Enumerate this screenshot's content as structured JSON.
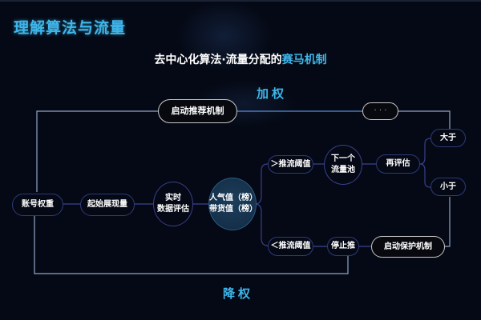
{
  "title": "理解算法与流量",
  "subtitle": {
    "prefix": "去中心化算法·流量分配的",
    "highlight": "赛马机制"
  },
  "labels": {
    "weight_up": "加权",
    "weight_down": "降权"
  },
  "nodes": {
    "account_weight": "账号权重",
    "initial_exposure": "起始展现量",
    "realtime_line1": "实时",
    "realtime_line2": "数据评估",
    "metrics_line1": "人气值（榜）",
    "metrics_line2": "带货值（榜）",
    "above_threshold": "＞推流阈值",
    "next_pool_line1": "下一个",
    "next_pool_line2": "流量池",
    "re_evaluate": "再评估",
    "greater": "大于",
    "less": "小于",
    "ellipsis": "· · ·",
    "recommend_mechanism": "启动推荐机制",
    "below_threshold": "＜推流阈值",
    "stop_push": "停止推",
    "protect_mechanism": "启动保护机制"
  },
  "colors": {
    "accent": "#3fb6ea",
    "background": "#050915",
    "node_border": "#2e3a78",
    "line": "#8fa6c8"
  }
}
